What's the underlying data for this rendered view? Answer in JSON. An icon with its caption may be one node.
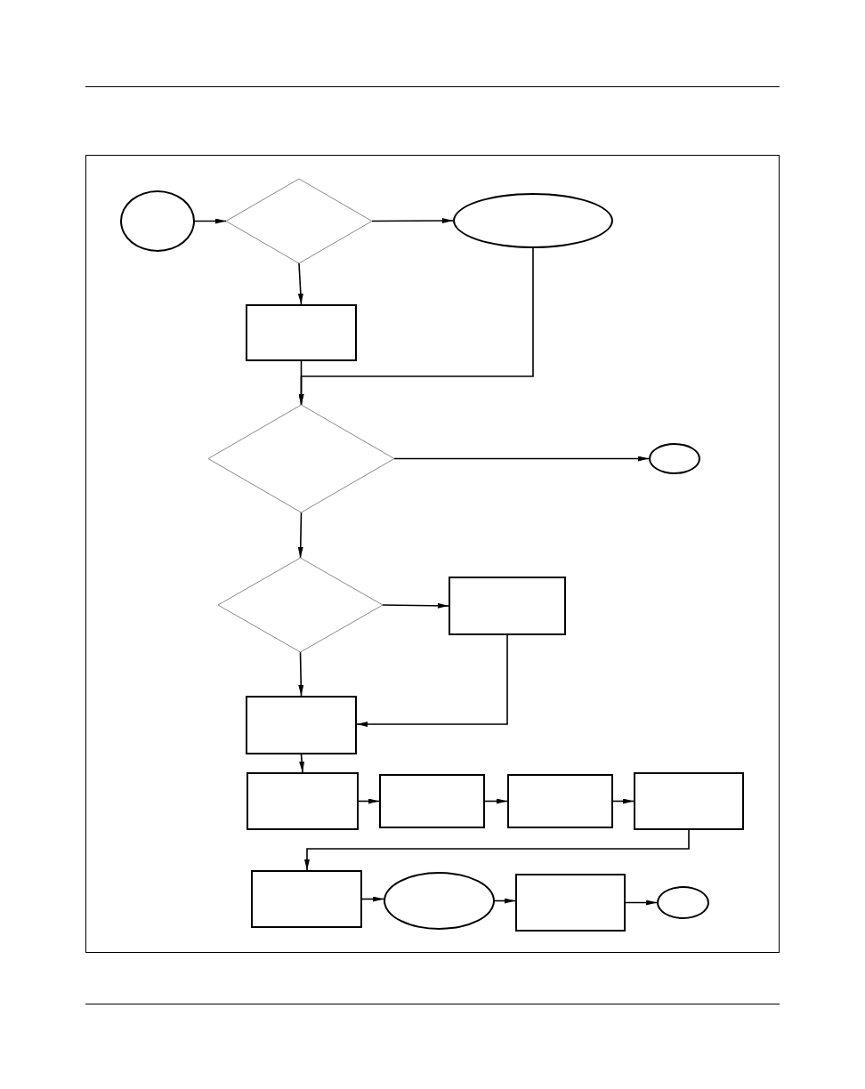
{
  "diagram": {
    "nodes": [
      {
        "text": [],
        "shape": "ellipse"
      },
      {
        "text": [],
        "shape": "diamond"
      },
      {
        "text": [],
        "shape": "ellipse"
      },
      {
        "text": [],
        "shape": "box"
      },
      {
        "text": [],
        "shape": "diamond"
      },
      {
        "text": [],
        "shape": "ellipse"
      },
      {
        "text": [],
        "shape": "diamond"
      },
      {
        "text": [],
        "shape": "box"
      },
      {
        "text": [],
        "shape": "box"
      },
      {
        "text": [],
        "shape": "box"
      },
      {
        "text": [],
        "shape": "box"
      },
      {
        "text": [],
        "shape": "box"
      },
      {
        "text": [],
        "shape": "box"
      },
      {
        "text": [],
        "shape": "box"
      },
      {
        "text": [],
        "shape": "ellipse"
      },
      {
        "text": [],
        "shape": "box"
      },
      {
        "text": [],
        "shape": "ellipse"
      }
    ],
    "edges": [
      {
        "from": 0,
        "to": 1,
        "arrow": "to"
      },
      {
        "from": 1,
        "to": 2,
        "arrow": "to"
      },
      {
        "from": 1,
        "to": 3,
        "arrow": "to"
      },
      {
        "from": 3,
        "to": 4,
        "arrow": "to"
      },
      {
        "from": 2,
        "to": 4,
        "arrow": "to"
      },
      {
        "from": 4,
        "to": 5,
        "arrow": "to"
      },
      {
        "from": 4,
        "to": 6,
        "arrow": "to"
      },
      {
        "from": 6,
        "to": 7,
        "arrow": "to"
      },
      {
        "from": 6,
        "to": 8,
        "arrow": "to"
      },
      {
        "from": 7,
        "to": 8,
        "arrow": "to"
      },
      {
        "from": 8,
        "to": 9,
        "arrow": "to"
      },
      {
        "from": 9,
        "to": 10,
        "arrow": "to"
      },
      {
        "from": 10,
        "to": 11,
        "arrow": "to"
      },
      {
        "from": 11,
        "to": 12,
        "arrow": "to"
      },
      {
        "from": 12,
        "to": 13,
        "arrow": "to"
      },
      {
        "from": 13,
        "to": 14,
        "arrow": "to"
      },
      {
        "from": 14,
        "to": 15,
        "arrow": "to"
      },
      {
        "from": 15,
        "to": 16,
        "arrow": "to"
      }
    ]
  }
}
